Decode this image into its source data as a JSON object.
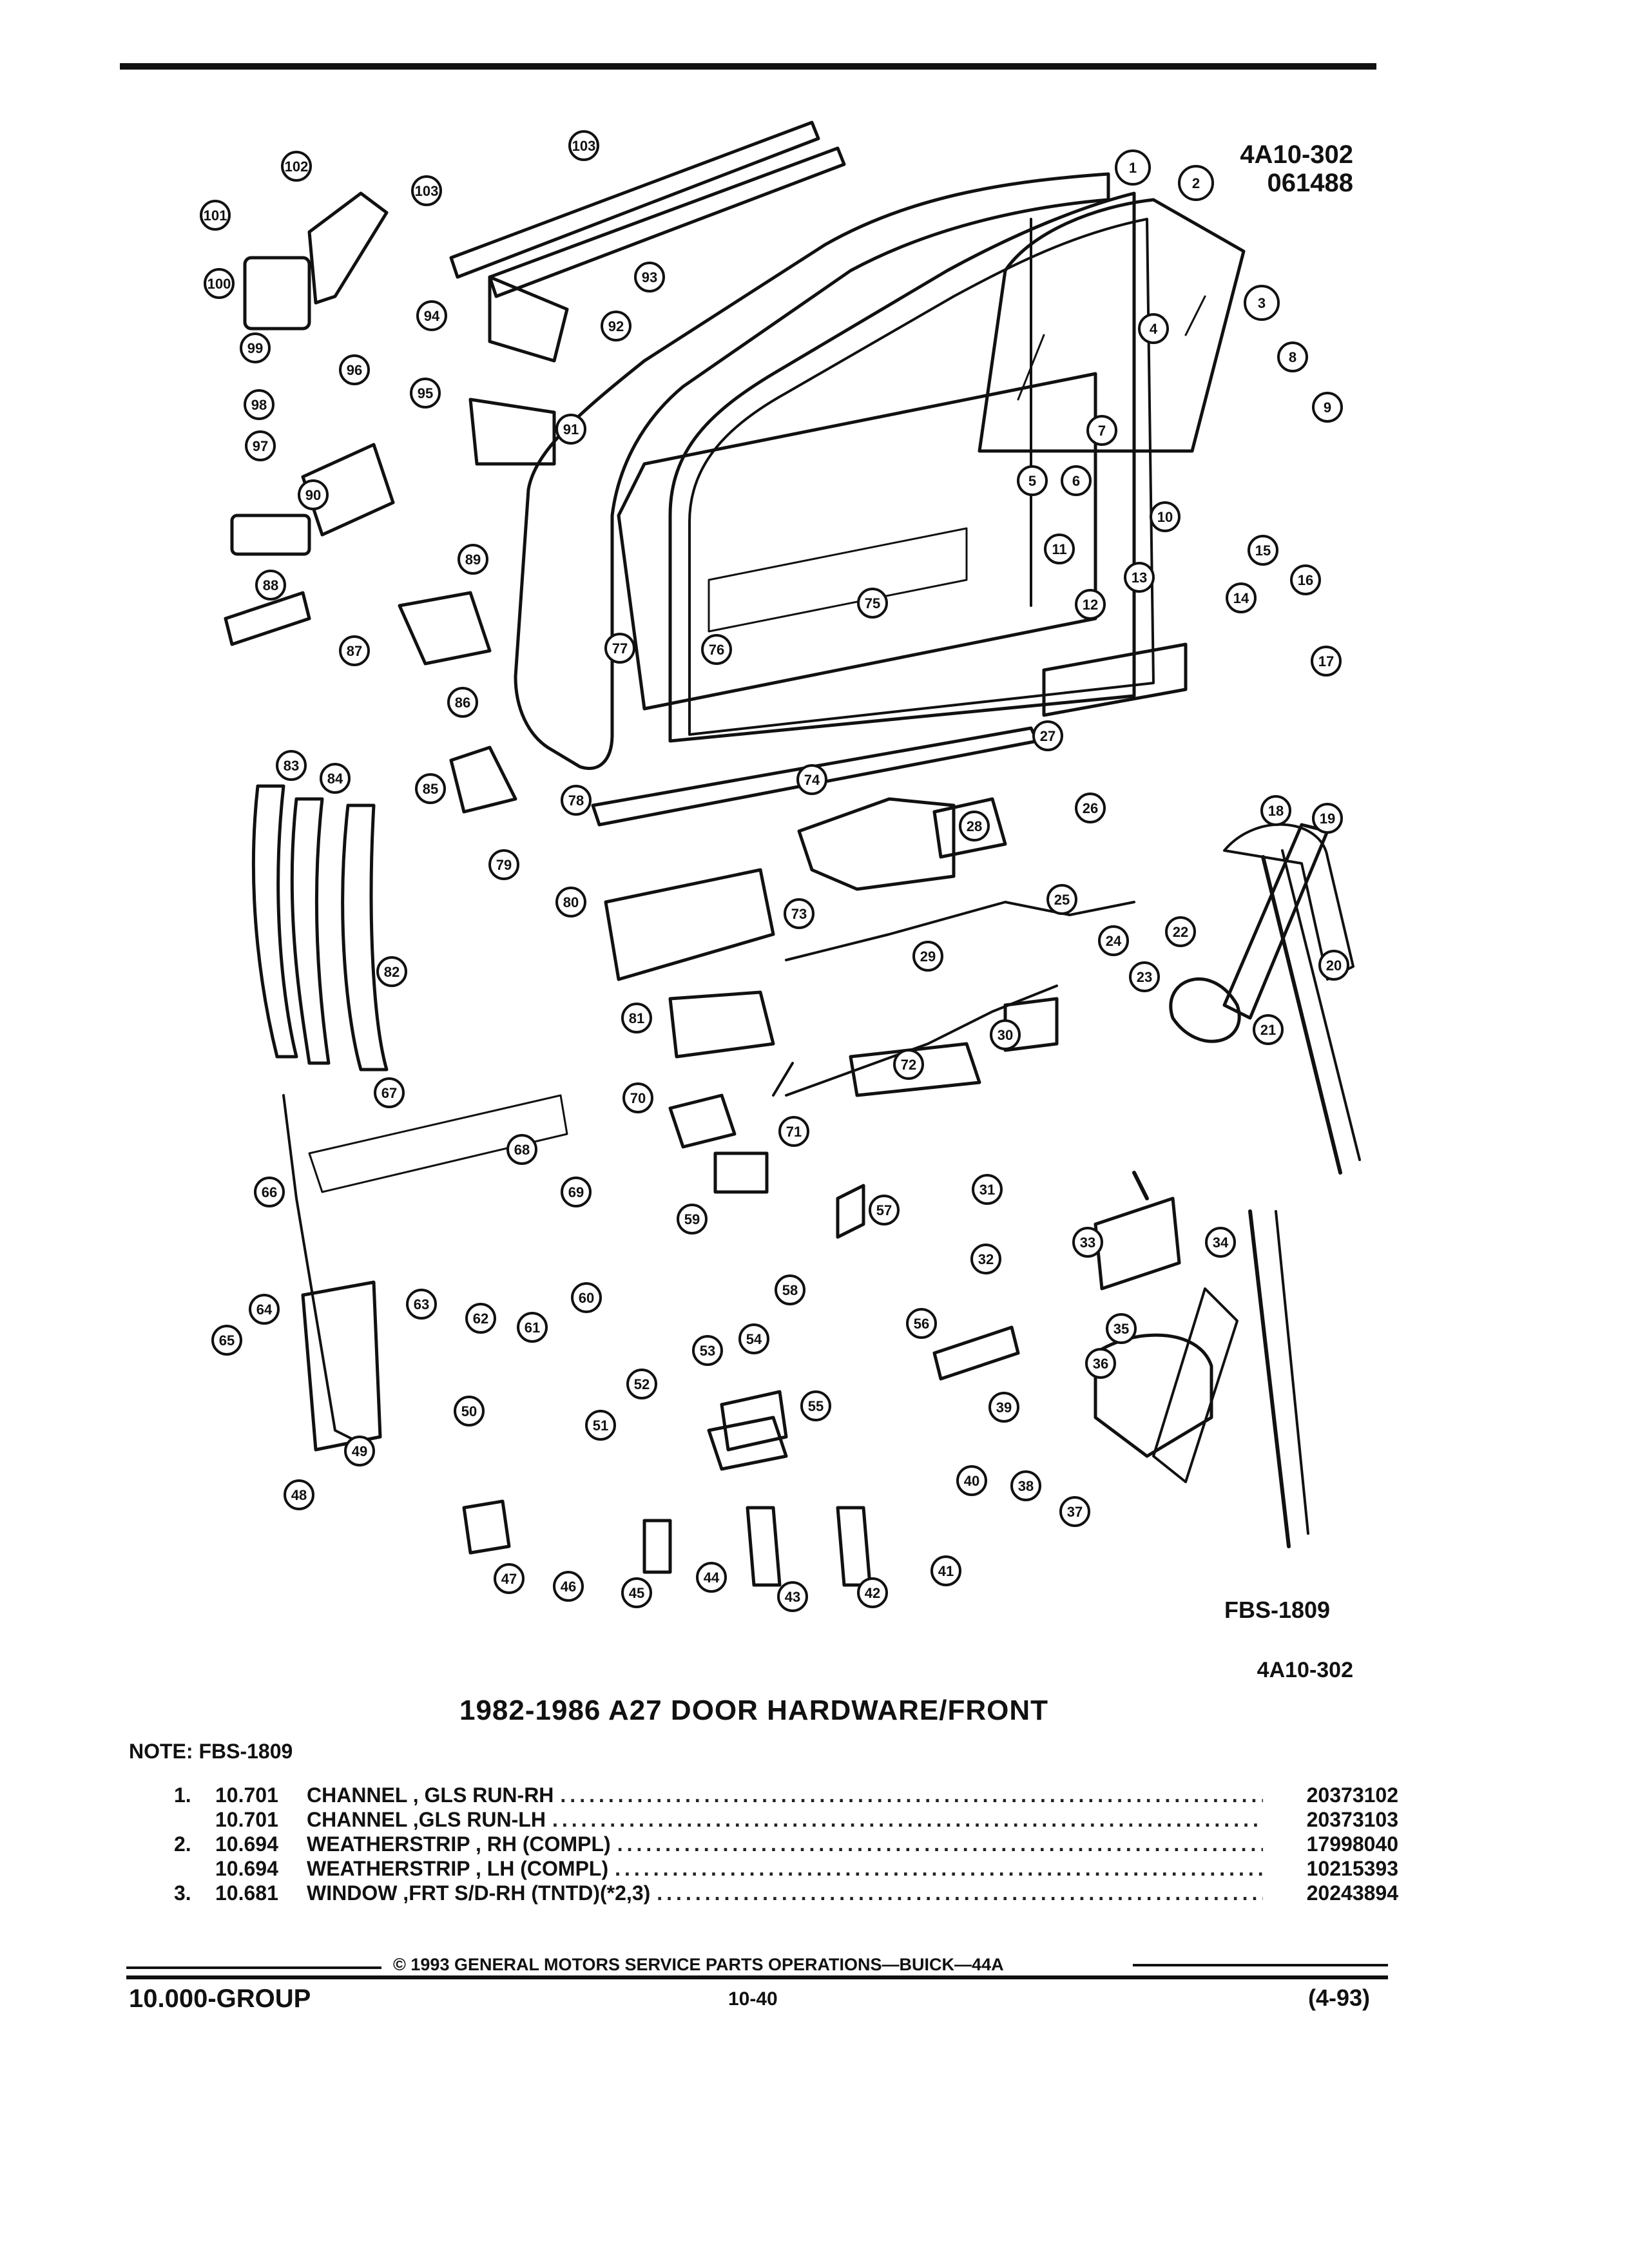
{
  "header": {
    "code_top": "4A10-302",
    "code_date": "061488"
  },
  "diagram": {
    "fbs_code": "FBS-1809",
    "code_bottom": "4A10-302",
    "callouts": [
      "1",
      "2",
      "3",
      "4",
      "5",
      "6",
      "7",
      "8",
      "9",
      "10",
      "11",
      "12",
      "13",
      "14",
      "15",
      "16",
      "17",
      "18",
      "19",
      "20",
      "21",
      "22",
      "23",
      "24",
      "25",
      "26",
      "27",
      "28",
      "29",
      "30",
      "31",
      "32",
      "33",
      "34",
      "35",
      "36",
      "37",
      "38",
      "39",
      "40",
      "41",
      "42",
      "43",
      "44",
      "45",
      "46",
      "47",
      "48",
      "49",
      "50",
      "51",
      "52",
      "53",
      "54",
      "55",
      "56",
      "57",
      "58",
      "59",
      "60",
      "61",
      "62",
      "63",
      "64",
      "65",
      "66",
      "67",
      "68",
      "69",
      "70",
      "71",
      "72",
      "73",
      "74",
      "75",
      "76",
      "77",
      "78",
      "79",
      "80",
      "81",
      "82",
      "83",
      "84",
      "85",
      "86",
      "87",
      "88",
      "89",
      "90",
      "91",
      "92",
      "93",
      "94",
      "95",
      "96",
      "97",
      "98",
      "99",
      "100",
      "101",
      "102",
      "103"
    ]
  },
  "title": "1982-1986 A27 DOOR HARDWARE/FRONT",
  "note": "NOTE: FBS-1809",
  "parts": [
    {
      "ref": "1.",
      "group": "10.701",
      "desc": "CHANNEL , GLS RUN-RH",
      "part_no": "20373102"
    },
    {
      "ref": "",
      "group": "10.701",
      "desc": "CHANNEL ,GLS RUN-LH",
      "part_no": "20373103"
    },
    {
      "ref": "2.",
      "group": "10.694",
      "desc": "WEATHERSTRIP , RH (COMPL)",
      "part_no": "17998040"
    },
    {
      "ref": "",
      "group": "10.694",
      "desc": "WEATHERSTRIP , LH (COMPL)",
      "part_no": "10215393"
    },
    {
      "ref": "3.",
      "group": "10.681",
      "desc": "WINDOW ,FRT S/D-RH (TNTD)(*2,3)",
      "part_no": "20243894"
    }
  ],
  "footer": {
    "copyright": "© 1993 GENERAL MOTORS SERVICE PARTS OPERATIONS—BUICK—44A",
    "group": "10.000-GROUP",
    "page": "10-40",
    "date": "(4-93)"
  }
}
